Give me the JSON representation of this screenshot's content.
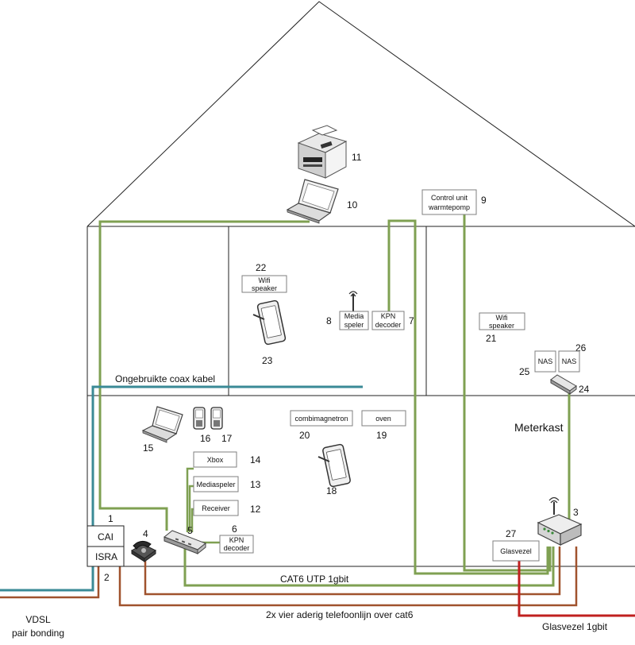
{
  "colors": {
    "utp": "#7fa052",
    "coax": "#3a8a96",
    "phone": "#a0522d",
    "fiber": "#c0201f",
    "wall": "#222222"
  },
  "devices": {
    "printer": {
      "number": "11",
      "icon": "printer-icon"
    },
    "laptop_attic": {
      "number": "10",
      "icon": "laptop-icon"
    },
    "control_unit": {
      "number": "9",
      "line1": "Control unit",
      "line2": "warmtepomp"
    },
    "wifi_speaker_left": {
      "number": "22",
      "line1": "Wifi",
      "line2": "speaker"
    },
    "tablet_upstairs": {
      "number": "23",
      "icon": "tablet-icon"
    },
    "media_player_upstairs": {
      "number": "8",
      "line1": "Media",
      "line2": "speler",
      "icon": "antenna-icon"
    },
    "kpn_decoder_upstairs": {
      "number": "7",
      "line1": "KPN",
      "line2": "decoder"
    },
    "wifi_speaker_right": {
      "number": "21",
      "line1": "Wifi",
      "line2": "speaker"
    },
    "nas_left": {
      "number": "25",
      "label": "NAS"
    },
    "nas_right": {
      "number": "26",
      "label": "NAS"
    },
    "switch_upstairs": {
      "number": "24",
      "icon": "switch-icon"
    },
    "laptop_ground": {
      "number": "15",
      "icon": "laptop-icon"
    },
    "phone_a": {
      "number": "16",
      "icon": "mobile-phone-icon"
    },
    "phone_b": {
      "number": "17",
      "icon": "mobile-phone-icon"
    },
    "combimagnetron": {
      "number": "20",
      "label": "combimagnetron"
    },
    "oven": {
      "number": "19",
      "label": "oven"
    },
    "tablet_ground": {
      "number": "18",
      "icon": "tablet-icon"
    },
    "xbox": {
      "number": "14",
      "label": "Xbox"
    },
    "mediaspeler": {
      "number": "13",
      "label": "Mediaspeler"
    },
    "receiver": {
      "number": "12",
      "label": "Receiver"
    },
    "kpn_decoder_ground": {
      "number": "6",
      "line1": "KPN",
      "line2": "decoder"
    },
    "switch_ground": {
      "number": "5",
      "icon": "switch-icon"
    },
    "telephone": {
      "number": "4",
      "icon": "telephone-icon"
    },
    "cai": {
      "number": "1",
      "label": "CAI"
    },
    "isra": {
      "number": "2",
      "label": "ISRA"
    },
    "router": {
      "number": "3",
      "icon": "router-icon"
    },
    "glasvezel_box": {
      "number": "27",
      "label": "Glasvezel"
    }
  },
  "labels": {
    "coax": "Ongebruikte coax kabel",
    "meterkast": "Meterkast",
    "cat6": "CAT6 UTP 1gbit",
    "phone_lines": "2x vier aderig telefoonlijn over cat6",
    "vdsl_line1": "VDSL",
    "vdsl_line2": "pair bonding",
    "glasvezel_speed": "Glasvezel 1gbit"
  }
}
